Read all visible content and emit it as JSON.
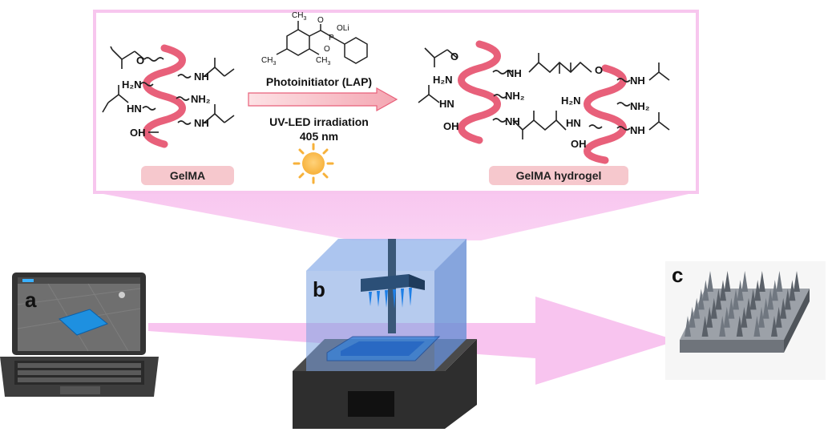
{
  "scheme": {
    "reactant_label": "GelMA",
    "product_label": "GelMA hydrogel",
    "photoinitiator_label": "Photoinitiator (LAP)",
    "irradiation_line1": "UV-LED irradiation",
    "irradiation_line2": "405 nm"
  },
  "chem_labels": {
    "ch3": "CH",
    "three": "3",
    "oli": "OLi",
    "o": "O",
    "p": "P",
    "nh": "NH",
    "h2n": "H₂N",
    "nh2": "NH₂",
    "hn": "HN",
    "oh": "OH"
  },
  "panels": {
    "a": "a",
    "b": "b",
    "c": "c"
  },
  "colors": {
    "helix": "#e8607a",
    "scheme_border": "#f7c6ee",
    "tag_fill": "#f6c8cd",
    "flow_arrow": "#f8c4ef",
    "printer_body": "#3a3a3a",
    "printer_cover": "#7aa0e0",
    "resin_blue": "#3b82d6",
    "laptop_model": "#1e90e0"
  }
}
